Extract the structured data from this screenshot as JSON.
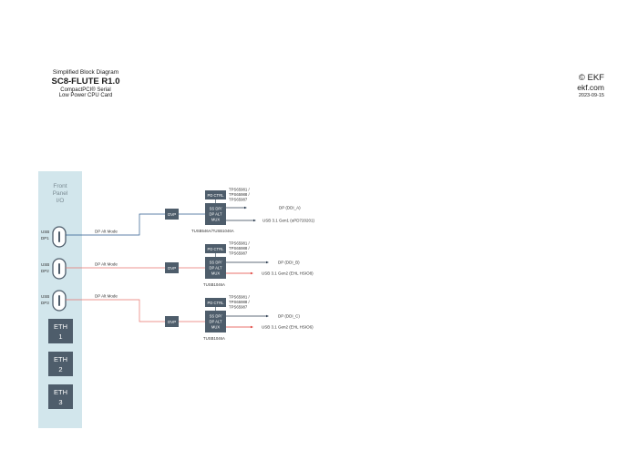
{
  "title": {
    "line1": "Simplified Block Diagram",
    "line2": "SC8-FLUTE R1.0",
    "line3": "CompactPCI® Serial",
    "line4": "Low Power CPU Card"
  },
  "brand": {
    "copyright": "© EKF",
    "website": "ekf.com",
    "date": "2023-09-15"
  },
  "front_panel": {
    "label_line1": "Front",
    "label_line2": "Panel",
    "label_line3": "I/O",
    "ports": [
      {
        "label1": "USB",
        "label2": "DP1"
      },
      {
        "label1": "USB",
        "label2": "DP2"
      },
      {
        "label1": "USB",
        "label2": "DP3"
      }
    ],
    "eth": [
      {
        "label1": "ETH",
        "label2": "1"
      },
      {
        "label1": "ETH",
        "label2": "2"
      },
      {
        "label1": "ETH",
        "label2": "3"
      }
    ]
  },
  "channels": [
    {
      "alt_mode": "DP Alt Mode",
      "ovp": "OVP",
      "pd_ctrl": "PD CTRL",
      "pd_parts": [
        "TPS65981 /",
        "TPS65988 /",
        "TPS65987"
      ],
      "mux_line1": "SS DP/",
      "mux_line2": "DP ALT",
      "mux_line3": "MUX",
      "mux_part": "TUSB546A/TUSB1046A",
      "dp_out": "DP (DDI_A)",
      "usb_out": "USB 3.1 Gen1 (uPD720201)",
      "line_color": "#2b5a8c"
    },
    {
      "alt_mode": "DP Alt Mode",
      "ovp": "OVP",
      "pd_ctrl": "PD CTRL",
      "pd_parts": [
        "TPS65981 /",
        "TPS65988 /",
        "TPS65987"
      ],
      "mux_line1": "SS DP/",
      "mux_line2": "DP ALT",
      "mux_line3": "MUX",
      "mux_part": "TUSB1046A",
      "dp_out": "DP (DDI_B)",
      "usb_out": "USB 3.1 Gen2 (EHL HSIO8)",
      "line_color": "#e8736b"
    },
    {
      "alt_mode": "DP Alt Mode",
      "ovp": "OVP",
      "pd_ctrl": "PD CTRL",
      "pd_parts": [
        "TPS65981 /",
        "TPS65988 /",
        "TPS65987"
      ],
      "mux_line1": "SS DP/",
      "mux_line2": "DP ALT",
      "mux_line3": "MUX",
      "mux_part": "TUSB1046A",
      "dp_out": "DP (DDI_C)",
      "usb_out": "USB 3.1 Gen2 (EHL HSIO6)",
      "line_color": "#e8736b"
    }
  ],
  "colors": {
    "panel": "#d2e6ec",
    "box": "#4e5d6b",
    "box_border": "#2e3a45",
    "port_outline": "#4e5d6b",
    "ch1_line": "#2b5a8c",
    "ch23_line": "#e8736b",
    "usb_arrow": "#e0403a",
    "dp_arrow": "#2b3c4f"
  }
}
